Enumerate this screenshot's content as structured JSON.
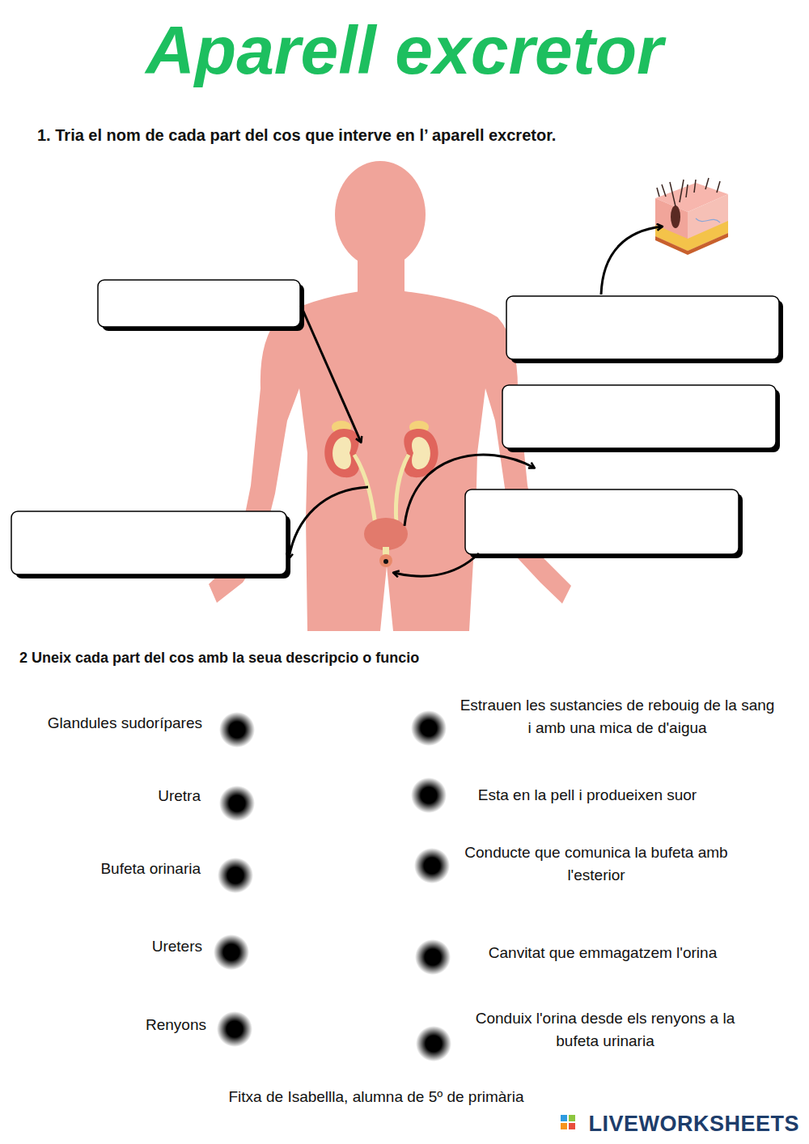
{
  "diagram": {
    "title": "Aparell excretor",
    "labels": [
      "1. Tria el nom de cada part del cos que interve en l’ aparell excretor.",
      "2 Uneix cada part del cos amb la seua descripcio o funcio",
      "Glandules sudorípares",
      "Uretra",
      "Bufeta orinaria",
      "Ureters",
      "Renyons",
      "Estrauen les sustancies de rebouig de la sang i amb una mica de d'aigua",
      "Esta en la pell i produeixen suor",
      "Conducte que comunica la bufeta amb l'esterior",
      "Canvitat que emmagatzem l'orina",
      "Conduix l'orina desde els renyons a la bufeta urinaria",
      "Fitxa de Isabellla, alumna de 5º de primària",
      "LIVEWORKSHEETS"
    ]
  }
}
